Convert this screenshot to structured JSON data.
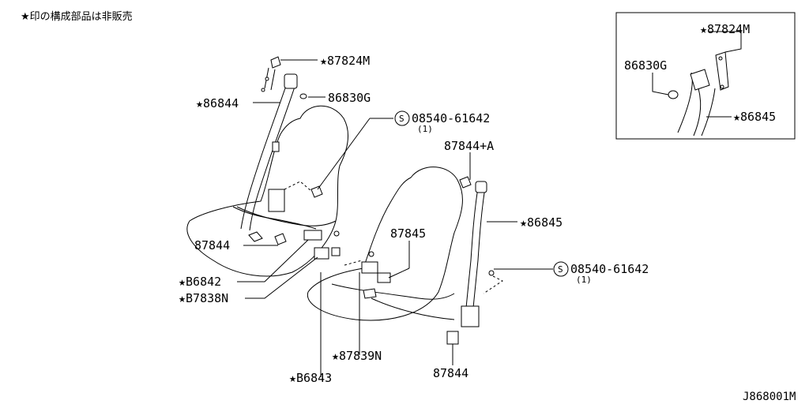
{
  "note": "★印の構成部品は非販売",
  "drawing_code": "J868001M",
  "labels": {
    "l87824m_main": "★87824M",
    "l86844": "★86844",
    "l86830g_main": "86830G",
    "bolt_top_code": "08540-61642",
    "bolt_top_qty": "(1)",
    "l87844a": "87844+A",
    "l86845_main": "★86845",
    "l87845": "87845",
    "bolt_right_code": "08540-61642",
    "bolt_right_qty": "(1)",
    "l87844_left": "87844",
    "l86842": "★B6842",
    "l87838n": "★B7838N",
    "l87839n": "★87839N",
    "l86843": "★B6843",
    "l87844_bottom": "87844",
    "inset_87824m": "★87824M",
    "inset_86830g": "86830G",
    "inset_86845": "★86845"
  },
  "symbols": {
    "bolt_mark": "S"
  }
}
